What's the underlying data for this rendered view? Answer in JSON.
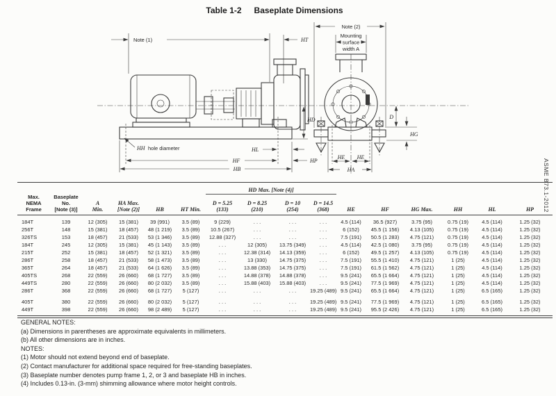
{
  "title": {
    "label": "Table 1-2",
    "text": "Baseplate Dimensions"
  },
  "page": {
    "reference": "ASME B73.1-2012"
  },
  "diagram": {
    "labels": {
      "note1": "Note (1)",
      "ht": "HT",
      "hd": "HD",
      "hh": "HH",
      "hh_rest": "hole diameter",
      "hl": "HL",
      "hf": "HF",
      "hp": "HP",
      "hb": "HB",
      "note2": "Note (2)",
      "mounting_line1": "Mounting",
      "mounting_line2": "surface",
      "mounting_line3": "width A",
      "d": "D",
      "hg": "HG",
      "he_left": "HE",
      "he_right": "HE",
      "ha": "HA"
    }
  },
  "table": {
    "group_header": "HD Max. [Note (4)]",
    "columns": [
      {
        "label": "Max.\nNEMA\nFrame"
      },
      {
        "label": "Baseplate\nNo.\n[Note (3)]"
      },
      {
        "label": "A\nMin."
      },
      {
        "label": "HA Max.\n[Note (2)]"
      },
      {
        "label": "HB"
      },
      {
        "label": "HT Min."
      },
      {
        "label": "D = 5.25\n(133)"
      },
      {
        "label": "D = 8.25\n(210)"
      },
      {
        "label": "D = 10\n(254)"
      },
      {
        "label": "D = 14.5\n(368)"
      },
      {
        "label": "HE"
      },
      {
        "label": "HF"
      },
      {
        "label": "HG Max."
      },
      {
        "label": "HH"
      },
      {
        "label": "HL"
      },
      {
        "label": "HP"
      }
    ],
    "gap_before_rows": [
      10
    ],
    "rows": [
      [
        "184T",
        "139",
        "12 (305)",
        "15 (381)",
        "39 (991)",
        "3.5 (89)",
        "9 (229)",
        ". . .",
        ". . .",
        ". . .",
        "4.5 (114)",
        "36.5 (927)",
        "3.75 (95)",
        "0.75 (19)",
        "4.5 (114)",
        "1.25 (32)"
      ],
      [
        "256T",
        "148",
        "15 (381)",
        "18 (457)",
        "48 (1 219)",
        "3.5 (89)",
        "10.5 (267)",
        ". . .",
        ". . .",
        ". . .",
        "6 (152)",
        "45.5 (1 156)",
        "4.13 (105)",
        "0.75 (19)",
        "4.5 (114)",
        "1.25 (32)"
      ],
      [
        "326TS",
        "153",
        "18 (457)",
        "21 (533)",
        "53 (1 346)",
        "3.5 (89)",
        "12.88 (327)",
        ". . .",
        ". . .",
        ". . .",
        "7.5 (191)",
        "50.5 (1 283)",
        "4.75 (121)",
        "0.75 (19)",
        "4.5 (114)",
        "1.25 (32)"
      ],
      [
        "184T",
        "245",
        "12 (305)",
        "15 (381)",
        "45 (1 143)",
        "3.5 (89)",
        ". . .",
        "12 (305)",
        "13.75 (349)",
        ". . .",
        "4.5 (114)",
        "42.5 (1 080)",
        "3.75 (95)",
        "0.75 (19)",
        "4.5 (114)",
        "1.25 (32)"
      ],
      [
        "215T",
        "252",
        "15 (381)",
        "18 (457)",
        "52 (1 321)",
        "3.5 (89)",
        ". . .",
        "12.38 (314)",
        "14.13 (359)",
        ". . .",
        "6 (152)",
        "49.5 (1 257)",
        "4.13 (105)",
        "0.75 (19)",
        "4.5 (114)",
        "1.25 (32)"
      ],
      [
        "286T",
        "258",
        "18 (457)",
        "21 (533)",
        "58 (1 473)",
        "3.5 (89)",
        ". . .",
        "13 (330)",
        "14.75 (375)",
        ". . .",
        "7.5 (191)",
        "55.5 (1 410)",
        "4.75 (121)",
        "1 (25)",
        "4.5 (114)",
        "1.25 (32)"
      ],
      [
        "365T",
        "264",
        "18 (457)",
        "21 (533)",
        "64 (1 626)",
        "3.5 (89)",
        ". . .",
        "13.88 (353)",
        "14.75 (375)",
        ". . .",
        "7.5 (191)",
        "61.5 (1 562)",
        "4.75 (121)",
        "1 (25)",
        "4.5 (114)",
        "1.25 (32)"
      ],
      [
        "405TS",
        "268",
        "22 (559)",
        "26 (660)",
        "68 (1 727)",
        "3.5 (89)",
        ". . .",
        "14.88 (378)",
        "14.88 (378)",
        ". . .",
        "9.5 (241)",
        "65.5 (1 664)",
        "4.75 (121)",
        "1 (25)",
        "4.5 (114)",
        "1.25 (32)"
      ],
      [
        "449TS",
        "280",
        "22 (559)",
        "26 (660)",
        "80 (2 032)",
        "3.5 (89)",
        ". . .",
        "15.88 (403)",
        "15.88 (403)",
        ". . .",
        "9.5 (241)",
        "77.5 (1 969)",
        "4.75 (121)",
        "1 (25)",
        "4.5 (114)",
        "1.25 (32)"
      ],
      [
        "286T",
        "368",
        "22 (559)",
        "26 (660)",
        "68 (1 727)",
        "5 (127)",
        ". . .",
        ". . .",
        ". . .",
        "19.25 (489)",
        "9.5 (241)",
        "65.5 (1 664)",
        "4.75 (121)",
        "1 (25)",
        "6.5 (165)",
        "1.25 (32)"
      ],
      [
        "405T",
        "380",
        "22 (559)",
        "26 (660)",
        "80 (2 032)",
        "5 (127)",
        ". . .",
        ". . .",
        ". . .",
        "19.25 (489)",
        "9.5 (241)",
        "77.5 (1 969)",
        "4.75 (121)",
        "1 (25)",
        "6.5 (165)",
        "1.25 (32)"
      ],
      [
        "449T",
        "398",
        "22 (559)",
        "26 (660)",
        "98 (2 489)",
        "5 (127)",
        ". . .",
        ". . .",
        ". . .",
        "19.25 (489)",
        "9.5 (241)",
        "95.5 (2 426)",
        "4.75 (121)",
        "1 (25)",
        "6.5 (165)",
        "1.25 (32)"
      ]
    ]
  },
  "notes": {
    "general_title": "GENERAL NOTES:",
    "general": [
      "(a) Dimensions in parentheses are approximate equivalents in millimeters.",
      "(b) All other dimensions are in inches."
    ],
    "notes_title": "NOTES:",
    "items": [
      "(1) Motor should not extend beyond end of baseplate.",
      "(2) Contact manufacturer for additional space required for free-standing baseplates.",
      "(3) Baseplate number denotes pump frame 1, 2, or 3 and baseplate HB in inches.",
      "(4) Includes 0.13-in. (3-mm) shimming allowance where motor height controls."
    ]
  }
}
